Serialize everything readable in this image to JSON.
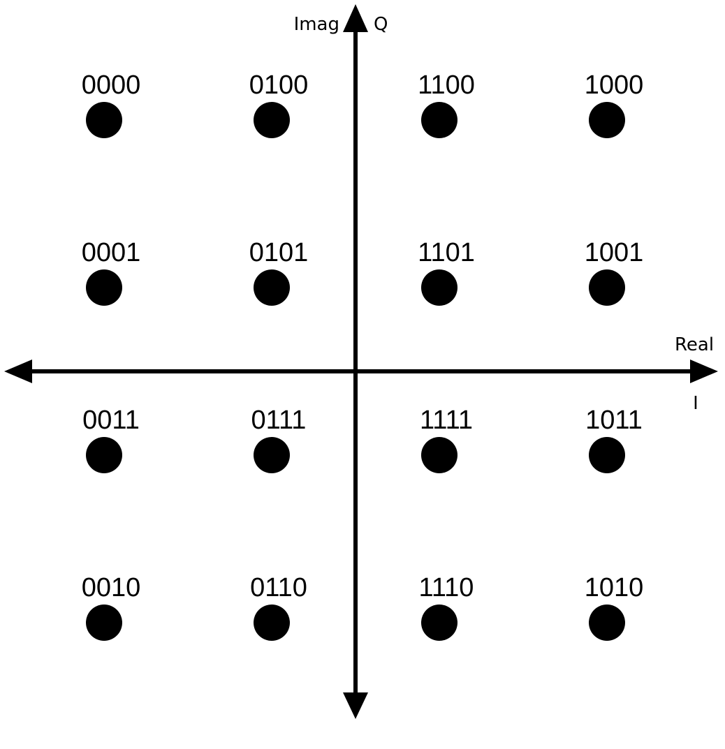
{
  "axes": {
    "horizontal_top_label": "Real",
    "horizontal_bottom_label": "I",
    "vertical_left_label": "Imag",
    "vertical_right_label": "Q"
  },
  "colors": {
    "ink": "#000000",
    "background": "#ffffff"
  },
  "constellation": {
    "columns": [
      -3,
      -1,
      1,
      3
    ],
    "rows": [
      3,
      1,
      -1,
      -3
    ],
    "points": [
      {
        "i": -3,
        "q": 3,
        "label": "0000"
      },
      {
        "i": -1,
        "q": 3,
        "label": "0100"
      },
      {
        "i": 1,
        "q": 3,
        "label": "1100"
      },
      {
        "i": 3,
        "q": 3,
        "label": "1000"
      },
      {
        "i": -3,
        "q": 1,
        "label": "0001"
      },
      {
        "i": -1,
        "q": 1,
        "label": "0101"
      },
      {
        "i": 1,
        "q": 1,
        "label": "1101"
      },
      {
        "i": 3,
        "q": 1,
        "label": "1001"
      },
      {
        "i": -3,
        "q": -1,
        "label": "0011"
      },
      {
        "i": -1,
        "q": -1,
        "label": "0111"
      },
      {
        "i": 1,
        "q": -1,
        "label": "1111"
      },
      {
        "i": 3,
        "q": -1,
        "label": "1011"
      },
      {
        "i": -3,
        "q": -3,
        "label": "0010"
      },
      {
        "i": -1,
        "q": -3,
        "label": "0110"
      },
      {
        "i": 1,
        "q": -3,
        "label": "1110"
      },
      {
        "i": 3,
        "q": -3,
        "label": "1010"
      }
    ]
  }
}
